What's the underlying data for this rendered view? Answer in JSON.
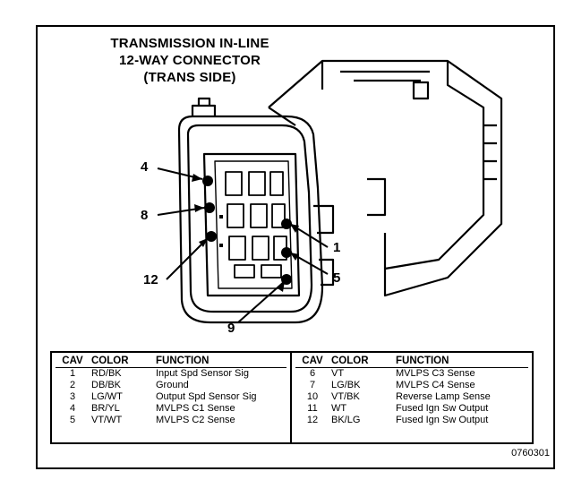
{
  "title": {
    "line1": "TRANSMISSION IN-LINE",
    "line2": "12-WAY CONNECTOR",
    "line3": "(TRANS SIDE)"
  },
  "pin_labels": {
    "p4": "4",
    "p8": "8",
    "p12": "12",
    "p1": "1",
    "p5": "5",
    "p9": "9"
  },
  "table_headers": {
    "cav": "CAV",
    "color": "COLOR",
    "function": "FUNCTION"
  },
  "table_left": [
    {
      "cav": "1",
      "color": "RD/BK",
      "function": "Input Spd Sensor Sig"
    },
    {
      "cav": "2",
      "color": "DB/BK",
      "function": "Ground"
    },
    {
      "cav": "3",
      "color": "LG/WT",
      "function": "Output Spd Sensor Sig"
    },
    {
      "cav": "4",
      "color": "BR/YL",
      "function": "MVLPS C1 Sense"
    },
    {
      "cav": "5",
      "color": "VT/WT",
      "function": "MVLPS C2 Sense"
    }
  ],
  "table_right": [
    {
      "cav": "6",
      "color": "VT",
      "function": "MVLPS C3 Sense"
    },
    {
      "cav": "7",
      "color": "LG/BK",
      "function": "MVLPS C4 Sense"
    },
    {
      "cav": "10",
      "color": "VT/BK",
      "function": "Reverse Lamp Sense"
    },
    {
      "cav": "11",
      "color": "WT",
      "function": "Fused Ign Sw Output"
    },
    {
      "cav": "12",
      "color": "BK/LG",
      "function": "Fused Ign Sw Output"
    }
  ],
  "figure_id": "0760301"
}
